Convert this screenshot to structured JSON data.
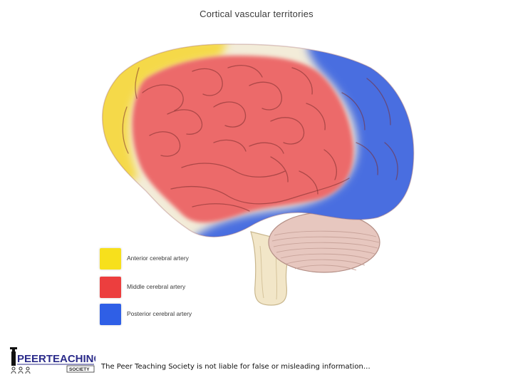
{
  "title": "Cortical vascular territories",
  "legend": [
    {
      "label": "Anterior cerebral artery",
      "color": "#f7e01c"
    },
    {
      "label": "Middle cerebral artery",
      "color": "#ec3e3e"
    },
    {
      "label": "Posterior cerebral artery",
      "color": "#2f5fe6"
    }
  ],
  "territory_colors": {
    "anterior": "#f5d94a",
    "middle": "#ec6b6b",
    "posterior": "#4a6ee0"
  },
  "logo": {
    "main_text": "PEERTEACHING",
    "sub_text": "SOCIETY"
  },
  "disclaimer": "The Peer Teaching Society is not liable for false or misleading information…"
}
